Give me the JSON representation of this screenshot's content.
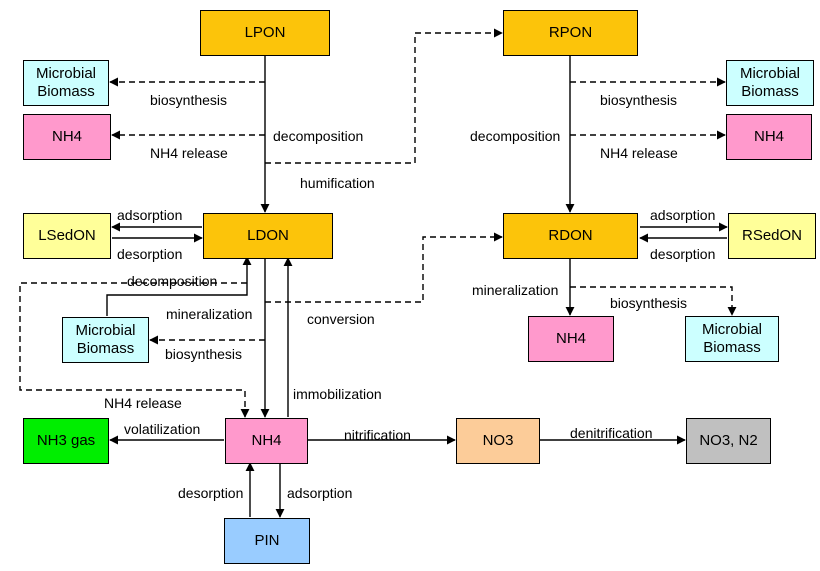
{
  "colors": {
    "organic": "#fcc40a",
    "microbial": "#ccffff",
    "ammonium": "#ff99cc",
    "sediment": "#ffff99",
    "ammonia_gas": "#00ee00",
    "nitrate": "#fccc99",
    "end_product": "#c0c0c0",
    "pin": "#99ccff"
  },
  "nodes": {
    "lpon": "LPON",
    "rpon": "RPON",
    "ldon": "LDON",
    "rdon": "RDON",
    "lsedon": "LSedON",
    "rsedon": "RSedON",
    "mb_left_top": "Microbial\nBiomass",
    "nh4_left_top": "NH4",
    "mb_right_top": "Microbial\nBiomass",
    "nh4_right_top": "NH4",
    "mb_left_mid": "Microbial\nBiomass",
    "nh4_right_mid": "NH4",
    "mb_right_mid": "Microbial\nBiomass",
    "nh4_main": "NH4",
    "nh3_gas": "NH3 gas",
    "no3": "NO3",
    "no3_n2": "NO3, N2",
    "pin": "PIN"
  },
  "labels": {
    "biosynthesis_lt": "biosynthesis",
    "decomposition_lt": "decomposition",
    "nh4release_lt": "NH4 release",
    "humification": "humification",
    "biosynthesis_rt": "biosynthesis",
    "decomposition_rt": "decomposition",
    "nh4release_rt": "NH4 release",
    "adsorption_l": "adsorption",
    "desorption_l": "desorption",
    "adsorption_r": "adsorption",
    "desorption_r": "desorption",
    "decomposition_lm": "decomposition",
    "mineralization_l": "mineralization",
    "conversion": "conversion",
    "biosynthesis_lm": "biosynthesis",
    "mineralization_r": "mineralization",
    "biosynthesis_rm": "biosynthesis",
    "nh4release_lm": "NH4 release",
    "immobilization": "immobilization",
    "volatilization": "volatilization",
    "nitrification": "nitrification",
    "denitrification": "denitrification",
    "desorption_b": "desorption",
    "adsorption_b": "adsorption"
  }
}
